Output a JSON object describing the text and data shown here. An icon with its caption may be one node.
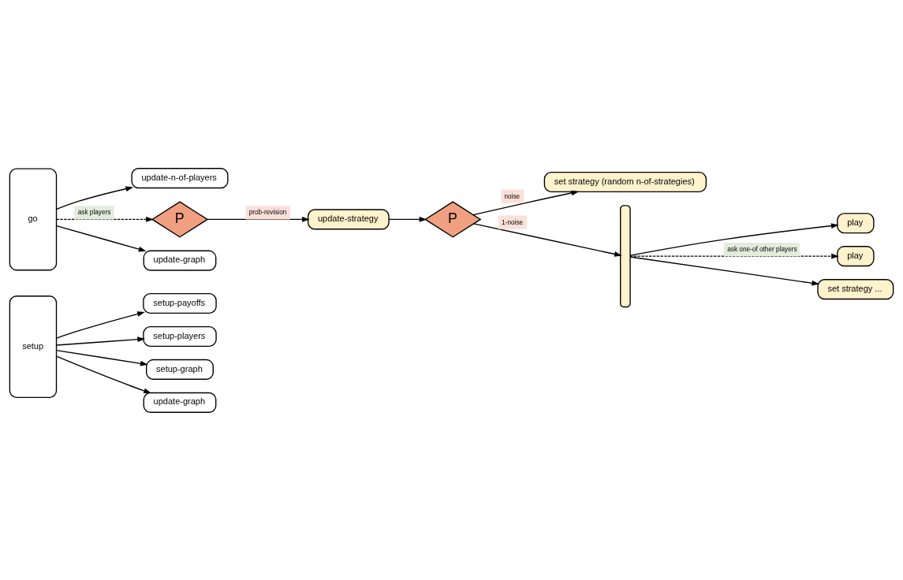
{
  "diagram": {
    "nodes": [
      {
        "text": [
          "setup"
        ]
      },
      {
        "text": [
          "setup-payoffs"
        ]
      },
      {
        "text": [
          "setup-players"
        ]
      },
      {
        "text": [
          "setup-graph"
        ]
      },
      {
        "text": [
          "update-graph"
        ]
      },
      {
        "text": [
          "go"
        ]
      },
      {
        "text": [
          "update-n-of-players"
        ]
      },
      {
        "text": [
          "P"
        ]
      },
      {
        "text": [
          "update-strategy"
        ]
      },
      {
        "text": [
          "P"
        ]
      },
      {
        "text": [
          "set strategy (random n-of-strategies)"
        ]
      },
      {
        "text": [],
        "shape": "bar"
      },
      {
        "text": [
          "play"
        ]
      },
      {
        "text": [
          "play"
        ]
      },
      {
        "text": [
          "update-graph"
        ]
      },
      {
        "text": [
          "set strategy ..."
        ]
      }
    ],
    "edges": [
      {
        "from": 0,
        "to": 1,
        "arrow": "to"
      },
      {
        "from": 0,
        "to": 2,
        "arrow": "to"
      },
      {
        "from": 0,
        "to": 3,
        "arrow": "to"
      },
      {
        "from": 0,
        "to": 4,
        "arrow": "to"
      },
      {
        "from": 5,
        "to": 6,
        "arrow": "to"
      },
      {
        "from": 5,
        "to": 7,
        "arrow": "to",
        "label": "ask players",
        "style": "dashed"
      },
      {
        "from": 7,
        "to": 8,
        "arrow": "to",
        "label": "prob-revision"
      },
      {
        "from": 8,
        "to": 9,
        "arrow": "to"
      },
      {
        "from": 9,
        "to": 10,
        "arrow": "to",
        "label": "noise"
      },
      {
        "from": 9,
        "to": 11,
        "arrow": "to",
        "label": "1-noise"
      },
      {
        "from": 11,
        "to": 12,
        "arrow": "to"
      },
      {
        "from": 11,
        "to": 13,
        "arrow": "to",
        "label": "ask one-of other players",
        "style": "dashed"
      },
      {
        "from": 11,
        "to": 15,
        "arrow": "to"
      },
      {
        "from": 5,
        "to": 14,
        "arrow": "to"
      }
    ]
  }
}
